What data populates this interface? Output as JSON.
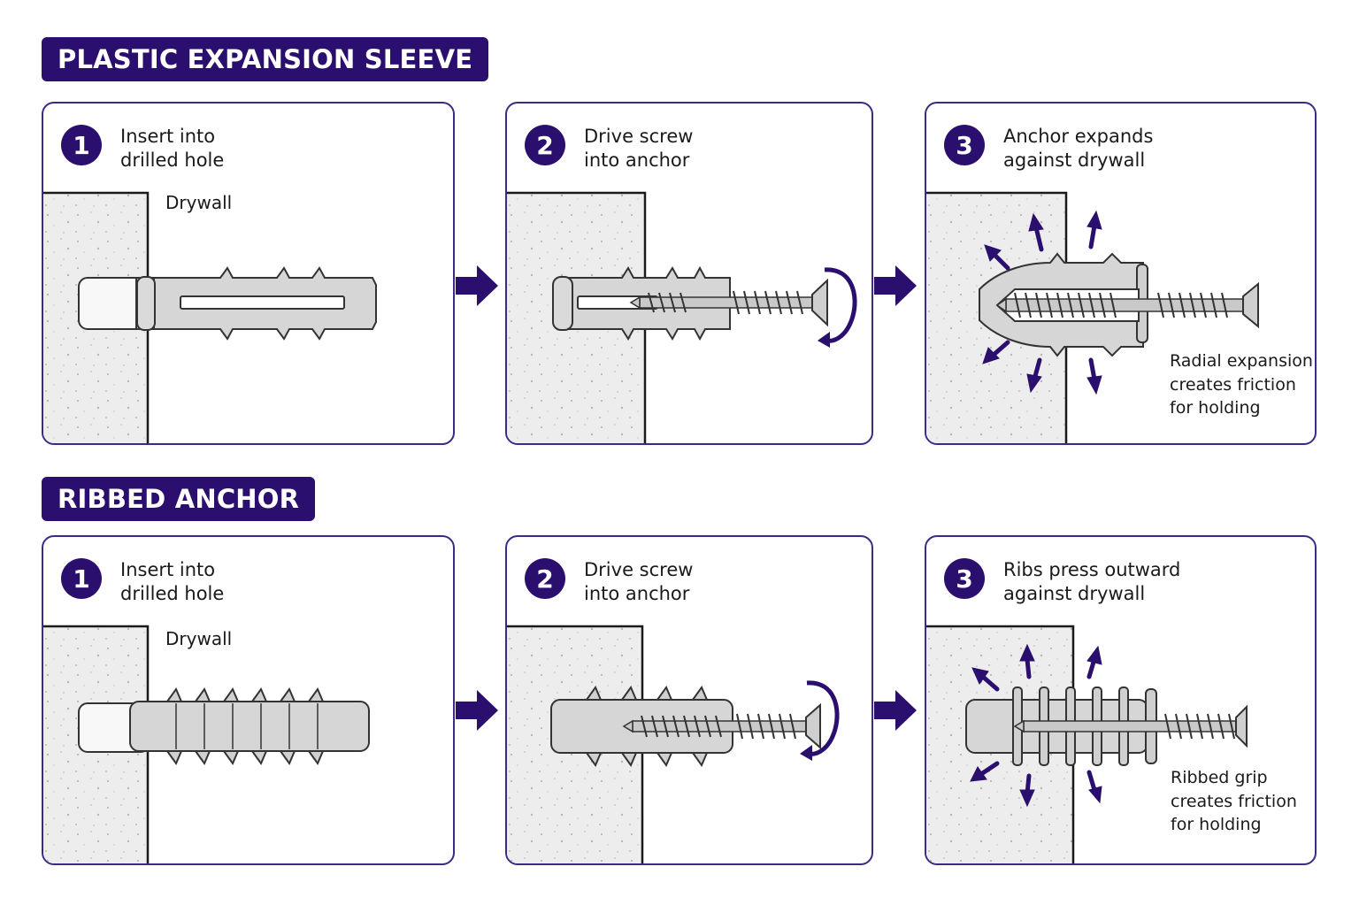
{
  "sections": [
    {
      "title": "PLASTIC EXPANSION SLEEVE",
      "steps": [
        {
          "number": "1",
          "title_line1": "Insert into",
          "title_line2": "drilled hole",
          "drywall_label": "Drywall"
        },
        {
          "number": "2",
          "title_line1": "Drive screw",
          "title_line2": "into anchor"
        },
        {
          "number": "3",
          "title_line1": "Anchor expands",
          "title_line2": "against drywall",
          "note_line1": "Radial expansion",
          "note_line2": "creates friction",
          "note_line3": "for holding"
        }
      ]
    },
    {
      "title": "RIBBED ANCHOR",
      "steps": [
        {
          "number": "1",
          "title_line1": "Insert into",
          "title_line2": "drilled hole",
          "drywall_label": "Drywall"
        },
        {
          "number": "2",
          "title_line1": "Drive screw",
          "title_line2": "into anchor"
        },
        {
          "number": "3",
          "title_line1": "Ribs press outward",
          "title_line2": "against drywall",
          "note_line1": "Ribbed grip",
          "note_line2": "creates friction",
          "note_line3": "for holding"
        }
      ]
    }
  ],
  "colors": {
    "accent": "#2a0f6e",
    "border": "#3d2a86",
    "drywall": "#ececec",
    "anchor": "#d9d9d9"
  },
  "icons": [
    "flow-arrow-icon",
    "rotation-arrow-icon",
    "expansion-arrow-icon"
  ]
}
